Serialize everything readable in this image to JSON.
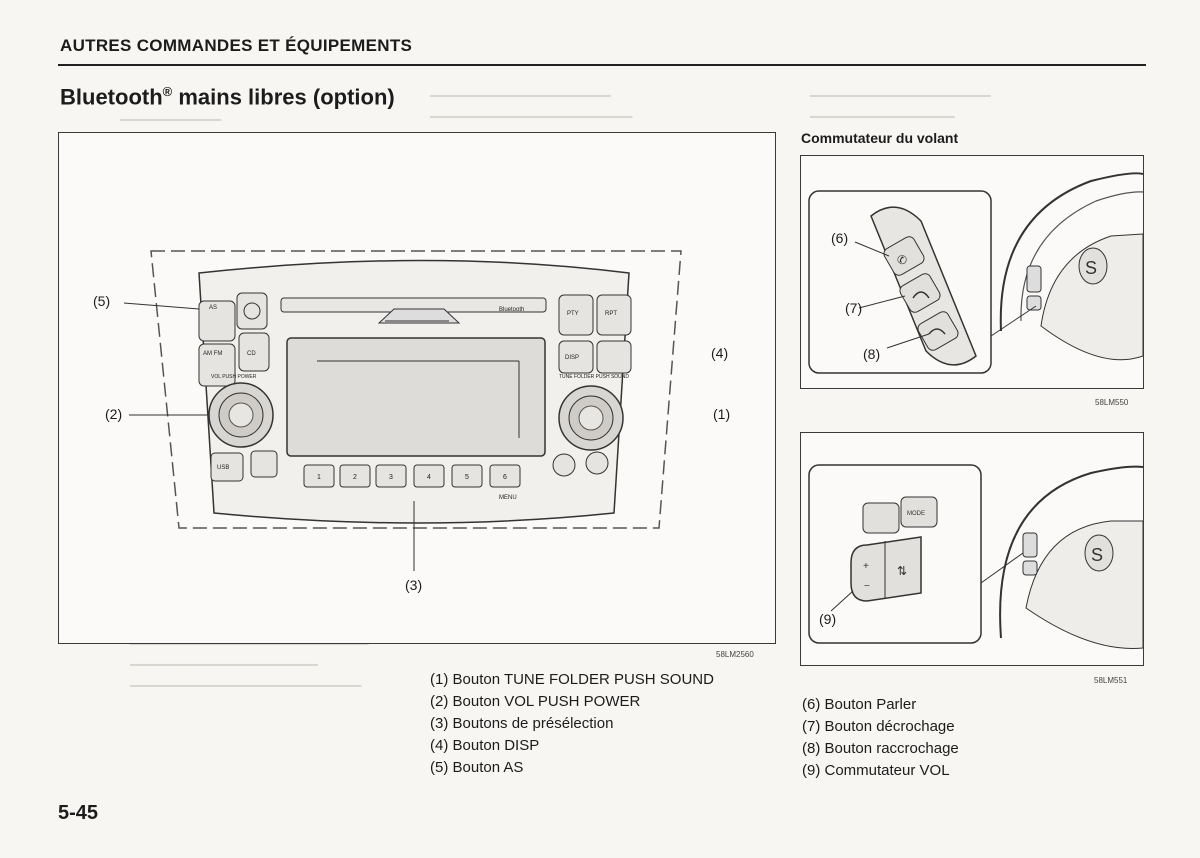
{
  "header": {
    "section": "AUTRES COMMANDES ET ÉQUIPEMENTS"
  },
  "title": {
    "main": "Bluetooth",
    "reg": "®",
    "rest": " mains libres (option)"
  },
  "figure1": {
    "code": "58LM2560",
    "callouts": {
      "c1": "(1)",
      "c2": "(2)",
      "c3": "(3)",
      "c4": "(4)",
      "c5": "(5)"
    },
    "panel_labels": {
      "as": "AS",
      "am_fm": "AM FM",
      "cd": "CD",
      "bluetooth": "Bluetooth",
      "pty": "PTY",
      "rpt": "RPT",
      "disp": "DISP",
      "vol": "VOL PUSH POWER",
      "tune": "TUNE FOLDER PUSH SOUND",
      "menu": "MENU",
      "usb": "USB",
      "presets": [
        "1",
        "2",
        "3",
        "4",
        "5",
        "6"
      ]
    },
    "legend": [
      "(1) Bouton TUNE FOLDER PUSH SOUND",
      "(2) Bouton VOL PUSH POWER",
      "(3) Boutons de présélection",
      "(4) Bouton DISP",
      "(5) Bouton AS"
    ]
  },
  "right": {
    "subhead": "Commutateur du volant",
    "figure2": {
      "code": "58LM550",
      "callouts": {
        "c6": "(6)",
        "c7": "(7)",
        "c8": "(8)"
      }
    },
    "figure3": {
      "code": "58LM551",
      "callouts": {
        "c9": "(9)"
      },
      "button_label": "MODE"
    },
    "legend": [
      "(6) Bouton Parler",
      "(7) Bouton décrochage",
      "(8) Bouton raccrochage",
      "(9) Commutateur VOL"
    ]
  },
  "page_number": "5-45"
}
